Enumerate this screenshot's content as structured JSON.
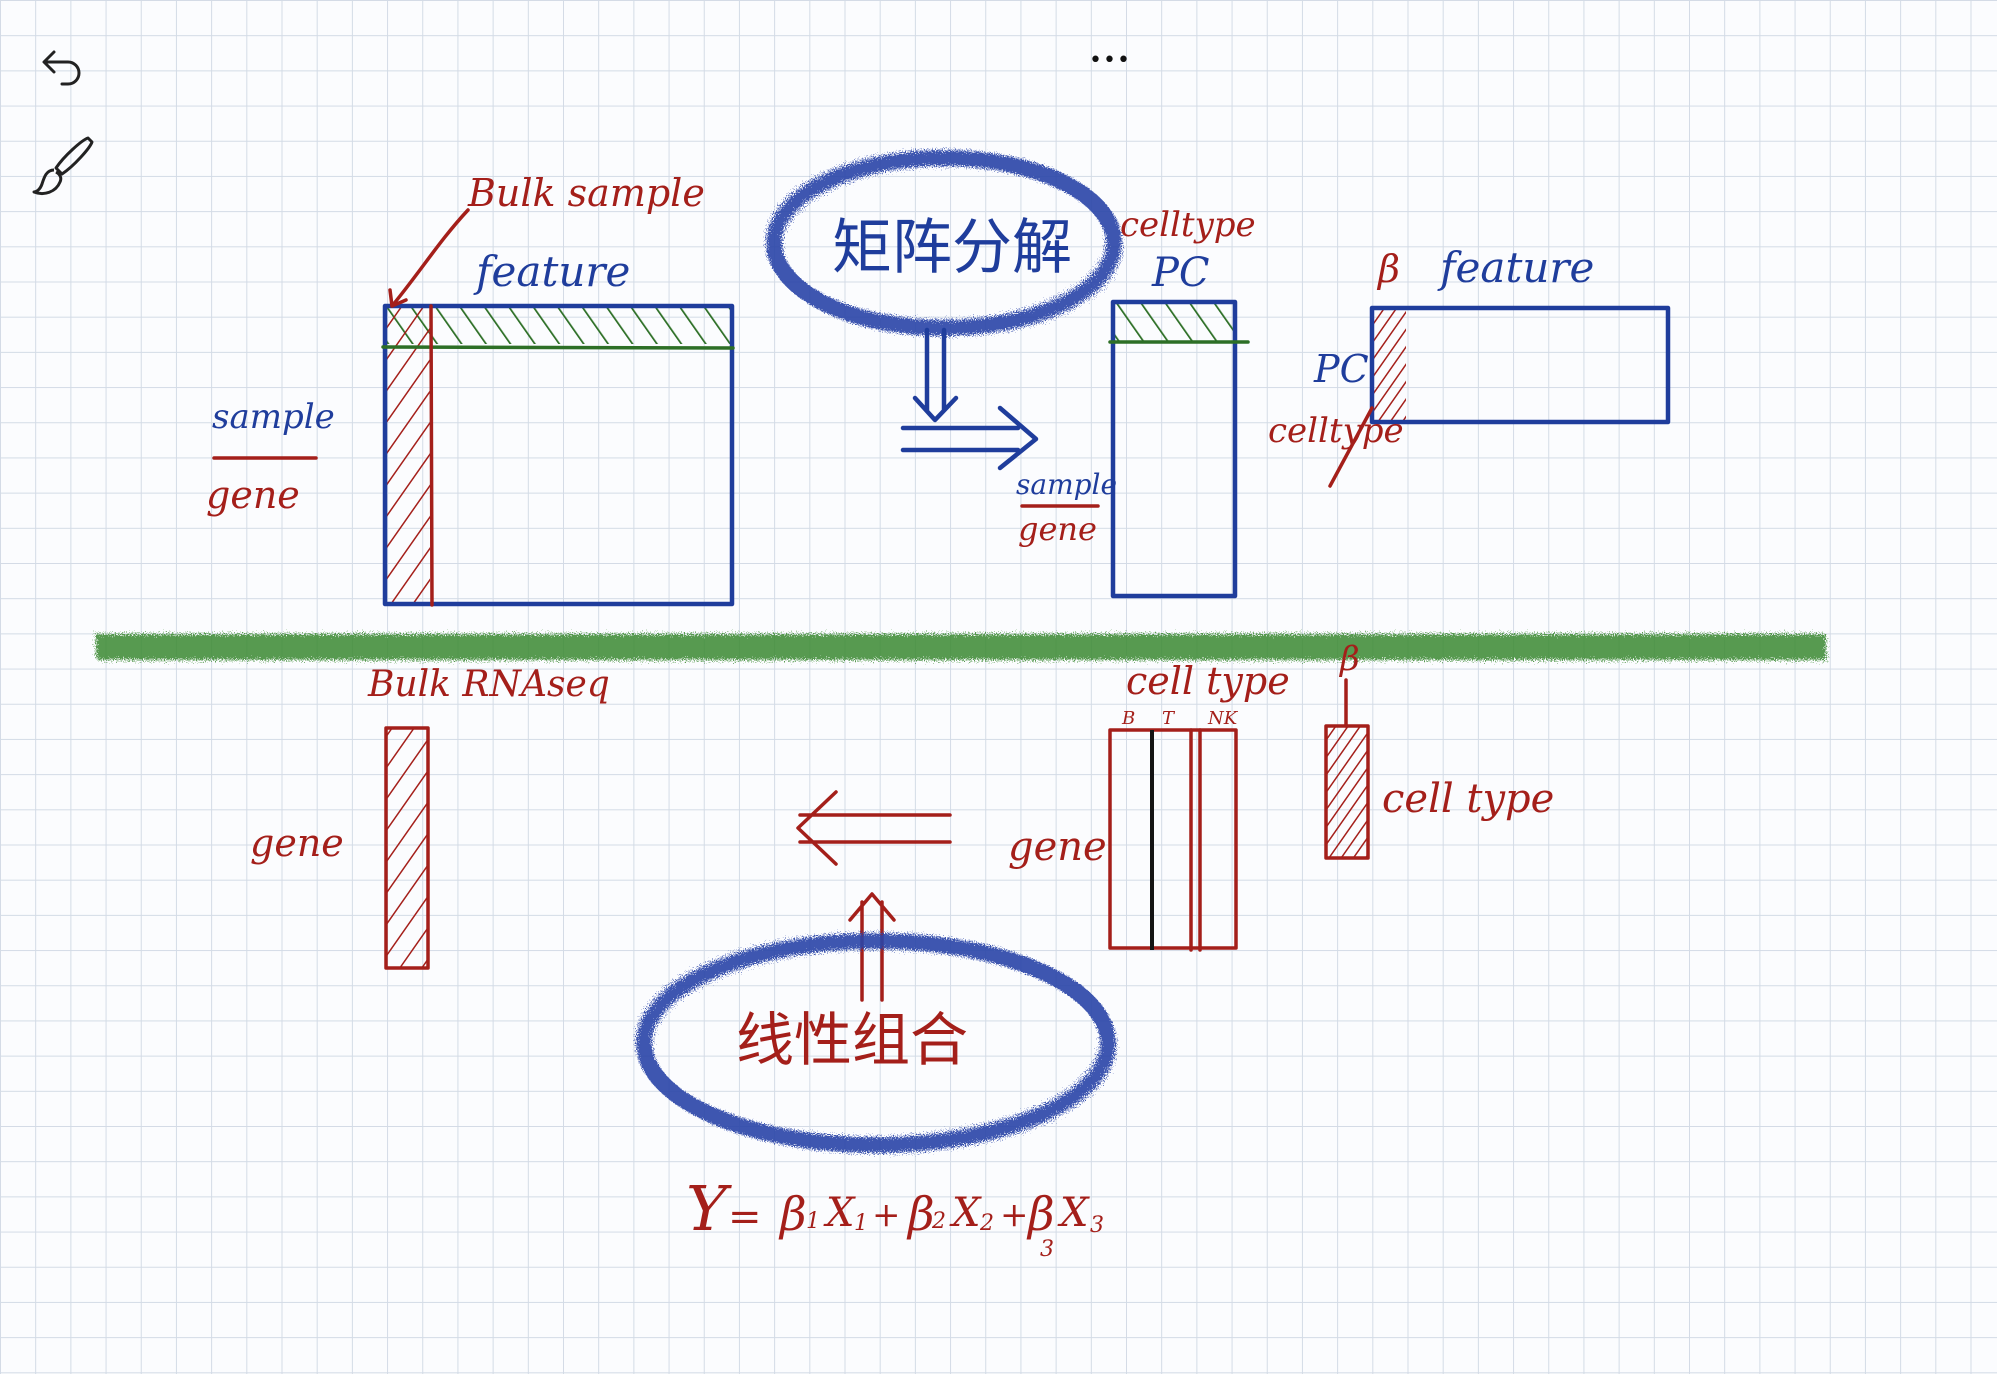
{
  "toolbar": {
    "undo_icon": "undo-arrow-icon",
    "brush_icon": "brush-icon",
    "more_icon": "more-dots-icon",
    "more_glyph": "•••"
  },
  "colors": {
    "red_ink": "#a41f1a",
    "blue_ink": "#1f3d9c",
    "green_ink": "#2d6f26",
    "grid": "#d3dbe6"
  },
  "top": {
    "bulk_sample": "Bulk sample",
    "feature": "feature",
    "sample": "sample",
    "gene": "gene",
    "method_bubble": "矩阵分解",
    "celltype_top": "celltype",
    "pc_top": "PC",
    "sample_small": "sample",
    "gene_small": "gene",
    "beta": "β",
    "feature_right": "feature",
    "pc_right": "PC",
    "celltype_right": "celltype"
  },
  "bottom": {
    "bulk_rnaseq": "Bulk RNAseq",
    "gene_left": "gene",
    "cell_type_header": "cell type",
    "col_b": "B",
    "col_t": "T",
    "col_nk": "NK",
    "gene_mid": "gene",
    "beta": "β",
    "cell_type_right": "cell type",
    "method_bubble": "线性组合",
    "equation": {
      "y": "Y",
      "eq": "=",
      "b1": "β",
      "s1": "1",
      "x1": "X",
      "xs1": "1",
      "plus1": "+",
      "b2": "β",
      "s2": "2",
      "x2": "X",
      "xs2": "2",
      "plus2": "+",
      "b3": "β",
      "s3": "3",
      "x3": "X",
      "xs3": "3"
    }
  }
}
